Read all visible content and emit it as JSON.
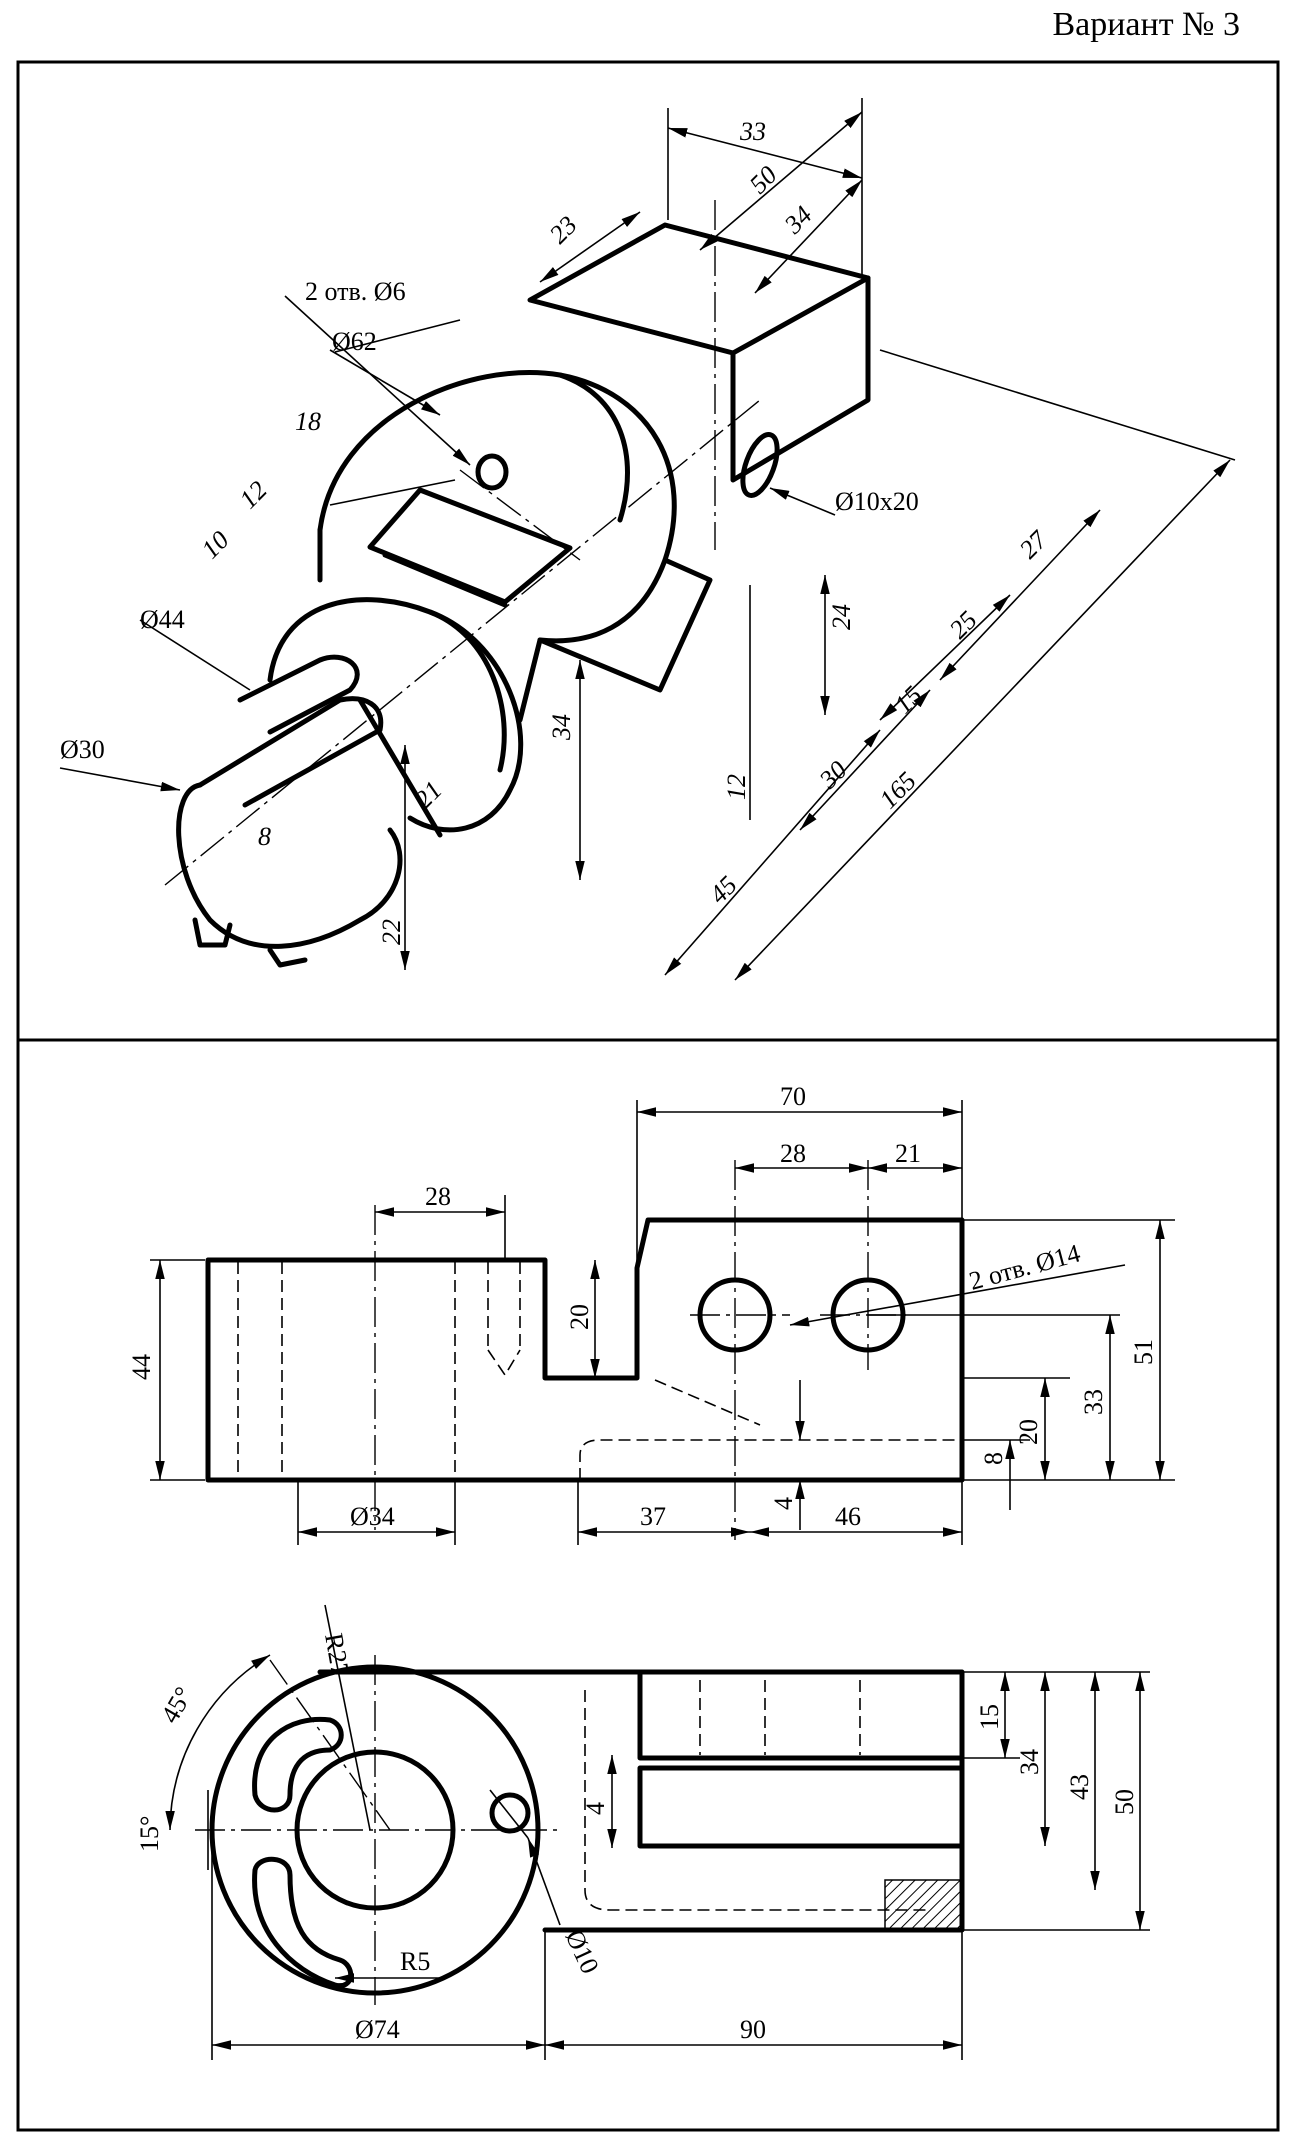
{
  "header": {
    "variant": "Вариант № 3"
  },
  "isometric": {
    "labels": {
      "d33": "33",
      "d50": "50",
      "d34top": "34",
      "d23": "23",
      "holes_6": "2 отв. Ø6",
      "d62": "Ø62",
      "d18": "18",
      "d12": "12",
      "d10": "10",
      "d44": "Ø44",
      "d30": "Ø30",
      "slot": "Ø10x20",
      "d27": "27",
      "d25": "25",
      "d24": "24",
      "d15": "15",
      "d30b": "30",
      "d165": "165",
      "d12b": "12",
      "d34": "34",
      "d21": "21",
      "d8": "8",
      "d22": "22",
      "d45": "45"
    }
  },
  "front_view": {
    "labels": {
      "d70": "70",
      "d28a": "28",
      "d21": "21",
      "d28b": "28",
      "holes_14": "2 отв. Ø14",
      "d44": "44",
      "d20a": "20",
      "d51": "51",
      "d33": "33",
      "d20b": "20",
      "d8": "8",
      "d4": "4",
      "d34": "Ø34",
      "d37": "37",
      "d46": "46"
    }
  },
  "top_view": {
    "labels": {
      "r27": "R27",
      "a45": "45°",
      "a15": "15°",
      "r5": "R5",
      "d10": "Ø10",
      "d74": "Ø74",
      "d90": "90",
      "d15": "15",
      "d34": "34",
      "d43": "43",
      "d50": "50",
      "d4": "4"
    }
  }
}
